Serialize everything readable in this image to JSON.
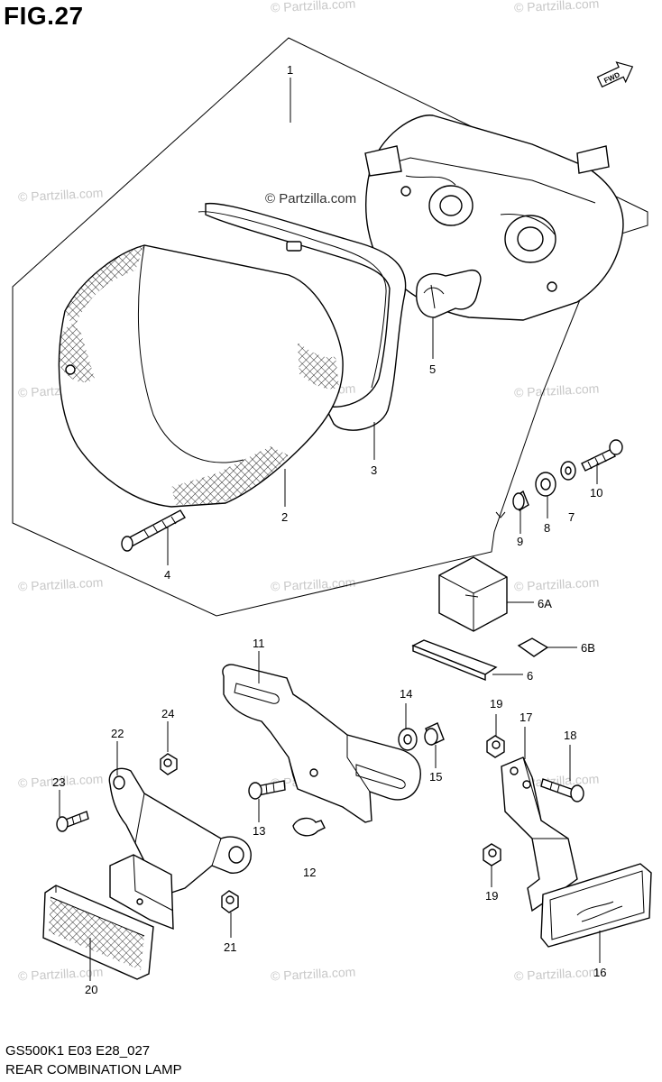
{
  "figure": {
    "title": "FIG.27",
    "model_code": "GS500K1 E03 E28_027",
    "name": "REAR COMBINATION LAMP"
  },
  "watermark": {
    "text": "© Partzilla.com",
    "center_text": "© Partzilla.com"
  },
  "direction_marker": "FWD",
  "callouts": {
    "c1": "1",
    "c2": "2",
    "c3": "3",
    "c4": "4",
    "c5": "5",
    "c6": "6",
    "c6a": "6A",
    "c6b": "6B",
    "c7": "7",
    "c8": "8",
    "c9": "9",
    "c10": "10",
    "c11": "11",
    "c12": "12",
    "c13": "13",
    "c14": "14",
    "c15": "15",
    "c16": "16",
    "c17": "17",
    "c18": "18",
    "c19a": "19",
    "c19b": "19",
    "c20": "20",
    "c21": "21",
    "c22": "22",
    "c23": "23",
    "c24": "24"
  }
}
